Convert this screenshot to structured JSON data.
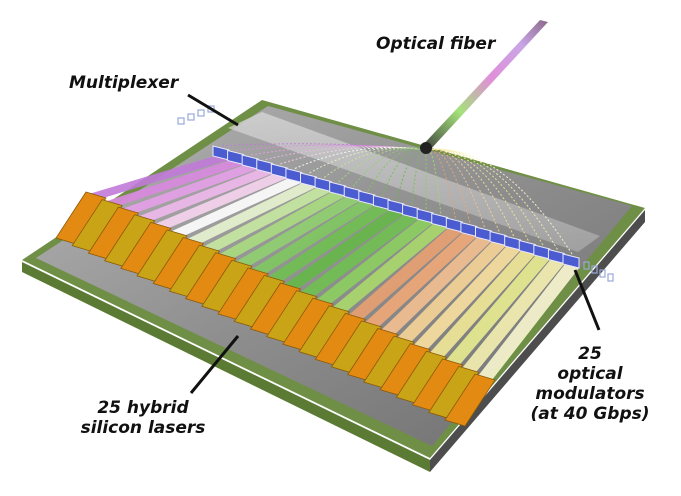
{
  "labels": {
    "optical_fiber": "Optical fiber",
    "multiplexer": "Multiplexer",
    "lasers_line1": "25 hybrid",
    "lasers_line2": "silicon lasers",
    "modulators_line1": "25",
    "modulators_line2": "optical",
    "modulators_line3": "modulators",
    "modulators_line4": "(at 40 Gbps)"
  },
  "channel_count": 25,
  "colors": {
    "board": "#8f8f8f",
    "board_edge": "#5e5e5e",
    "pcb_green": "#5a7d3a",
    "laser_orange": "#e38a12",
    "laser_yellow": "#c9a416",
    "modulator_blue": "#4a5ccf",
    "leader_line": "#111111"
  }
}
